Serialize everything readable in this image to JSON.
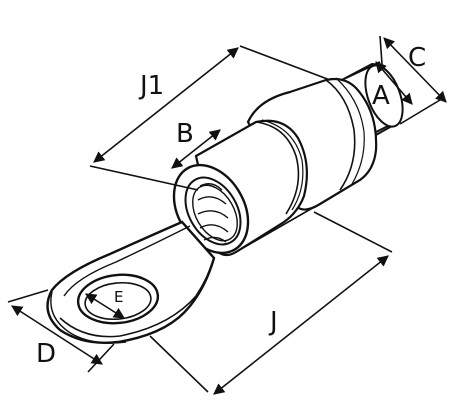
{
  "labels": {
    "j1": "J1",
    "b": "B",
    "a": "A",
    "c": "C",
    "e": "E",
    "d": "D",
    "j": "J"
  },
  "colors": {
    "line": "#111111",
    "fill": "#ffffff"
  }
}
